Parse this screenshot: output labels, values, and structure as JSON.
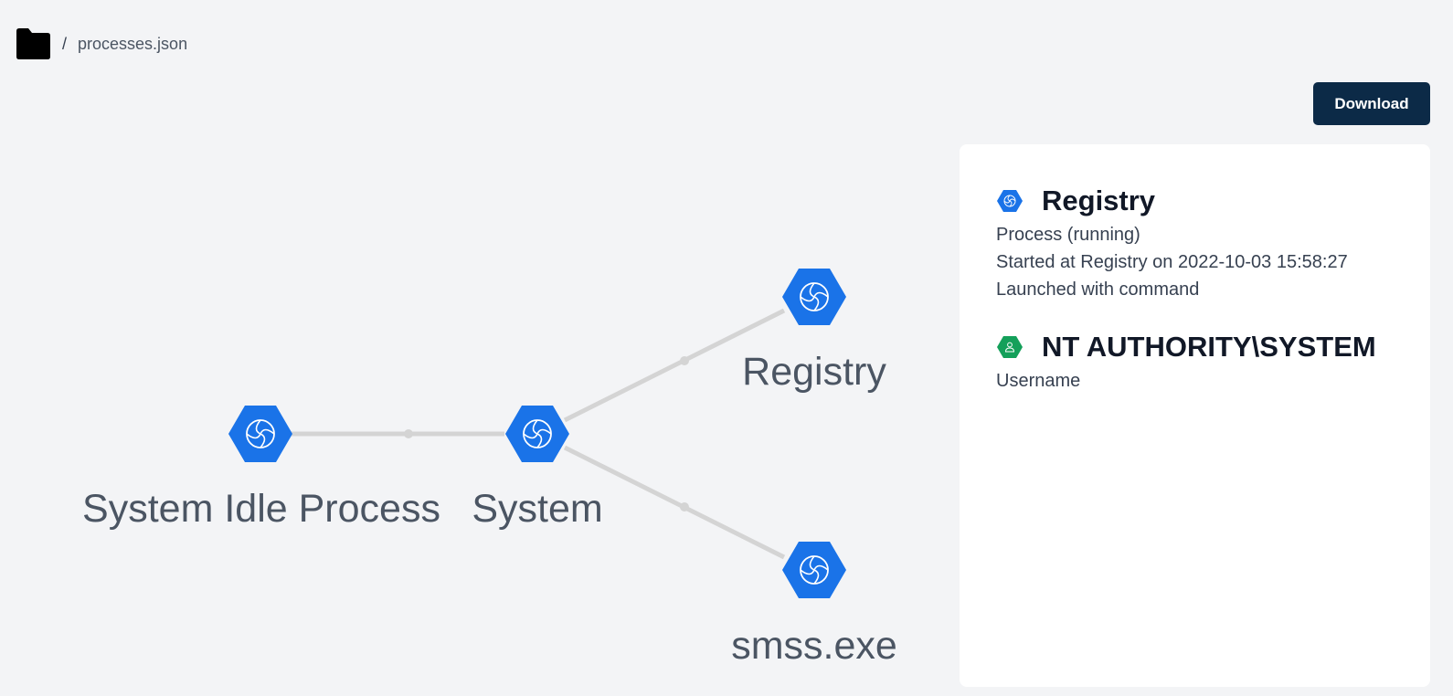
{
  "breadcrumb": {
    "separator": "/",
    "file": "processes.json",
    "folder_icon": "folder-icon"
  },
  "toolbar": {
    "download_label": "Download"
  },
  "colors": {
    "node_blue": "#1a73e8",
    "user_green": "#14a05a",
    "button_navy": "#0c2a47",
    "edge_gray": "#d4d4d4"
  },
  "graph": {
    "nodes": [
      {
        "id": "idle",
        "label": "System Idle Process",
        "icon": "process-icon"
      },
      {
        "id": "system",
        "label": "System",
        "icon": "process-icon"
      },
      {
        "id": "registry",
        "label": "Registry",
        "icon": "process-icon"
      },
      {
        "id": "smss",
        "label": "smss.exe",
        "icon": "process-icon"
      }
    ],
    "edges": [
      {
        "from": "idle",
        "to": "system"
      },
      {
        "from": "system",
        "to": "registry"
      },
      {
        "from": "system",
        "to": "smss"
      }
    ]
  },
  "panel": {
    "process": {
      "title": "Registry",
      "icon": "process-icon",
      "lines": [
        "Process (running)",
        "Started at Registry on 2022-10-03 15:58:27",
        "Launched with command"
      ]
    },
    "user": {
      "title": "NT AUTHORITY\\SYSTEM",
      "icon": "user-icon",
      "lines": [
        "Username"
      ]
    }
  }
}
